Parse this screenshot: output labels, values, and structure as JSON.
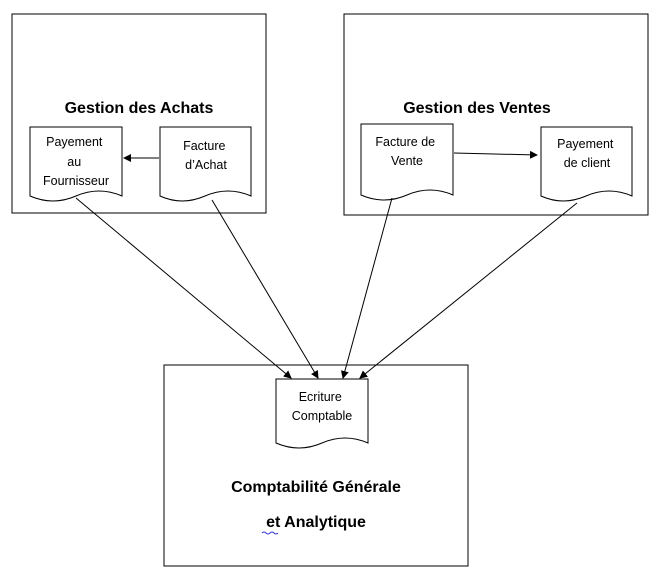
{
  "purchases": {
    "title": "Gestion des Achats",
    "doc_payment": [
      "Payement",
      "au",
      "Fournisseur"
    ],
    "doc_invoice": [
      "Facture",
      "d’Achat"
    ]
  },
  "sales": {
    "title": "Gestion des Ventes",
    "doc_invoice": [
      "Facture de",
      "Vente"
    ],
    "doc_payment": [
      "Payement",
      "de client"
    ]
  },
  "accounting": {
    "doc_entry": [
      "Ecriture",
      "Comptable"
    ],
    "title_line1": "Comptabilité Générale",
    "title_line2": "et Analytique"
  }
}
